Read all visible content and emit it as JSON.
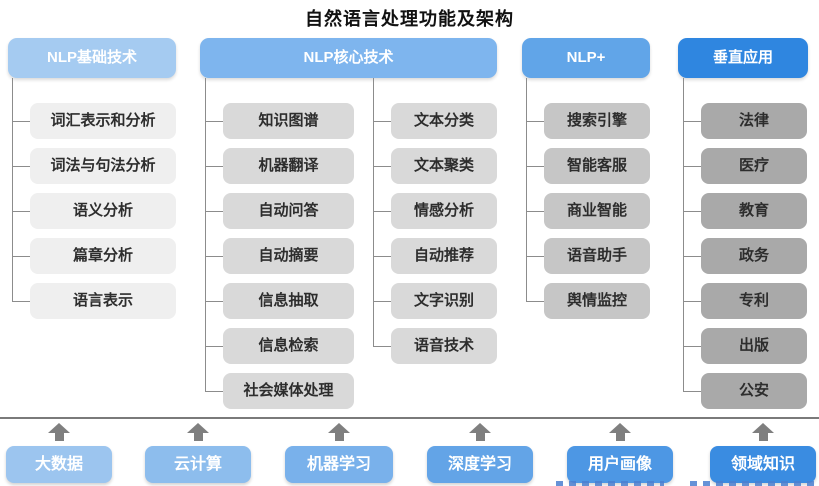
{
  "title": "自然语言处理功能及架构",
  "columns": [
    {
      "header": "NLP基础技术",
      "items": [
        "词汇表示和分析",
        "词法与句法分析",
        "语义分析",
        "篇章分析",
        "语言表示"
      ]
    },
    {
      "header": "NLP核心技术",
      "items_left": [
        "知识图谱",
        "机器翻译",
        "自动问答",
        "自动摘要",
        "信息抽取",
        "信息检索",
        "社会媒体处理"
      ],
      "items_right": [
        "文本分类",
        "文本聚类",
        "情感分析",
        "自动推荐",
        "文字识别",
        "语音技术"
      ]
    },
    {
      "header": "NLP+",
      "items": [
        "搜索引擎",
        "智能客服",
        "商业智能",
        "语音助手",
        "舆情监控"
      ]
    },
    {
      "header": "垂直应用",
      "items": [
        "法律",
        "医疗",
        "教育",
        "政务",
        "专利",
        "出版",
        "公安"
      ]
    }
  ],
  "foundation": {
    "items": [
      "大数据",
      "云计算",
      "机器学习",
      "深度学习",
      "用户画像",
      "领域知识"
    ]
  },
  "colors": {
    "background": "#ffffff",
    "title_text": "#111111",
    "header_text": "#ffffff",
    "header1": "#a5cbf1",
    "header2": "#7eb5ee",
    "header3": "#61a5e8",
    "header4": "#2f86e0",
    "node1": "#efefef",
    "node2": "#d9d9d9",
    "node3": "#c6c6c6",
    "node4": "#a9a9a9",
    "node_text": "#2d2d2d",
    "line": "#8c8c8c",
    "divider": "#7a7a7a",
    "arrow": "#7f7f7f",
    "f1": "#9cc5ef",
    "f2": "#8dbded",
    "f3": "#79b1eb",
    "f4": "#63a4e7",
    "f5": "#4d97e4",
    "f6": "#3a8ce1",
    "watermark": "#4b7fd0"
  }
}
